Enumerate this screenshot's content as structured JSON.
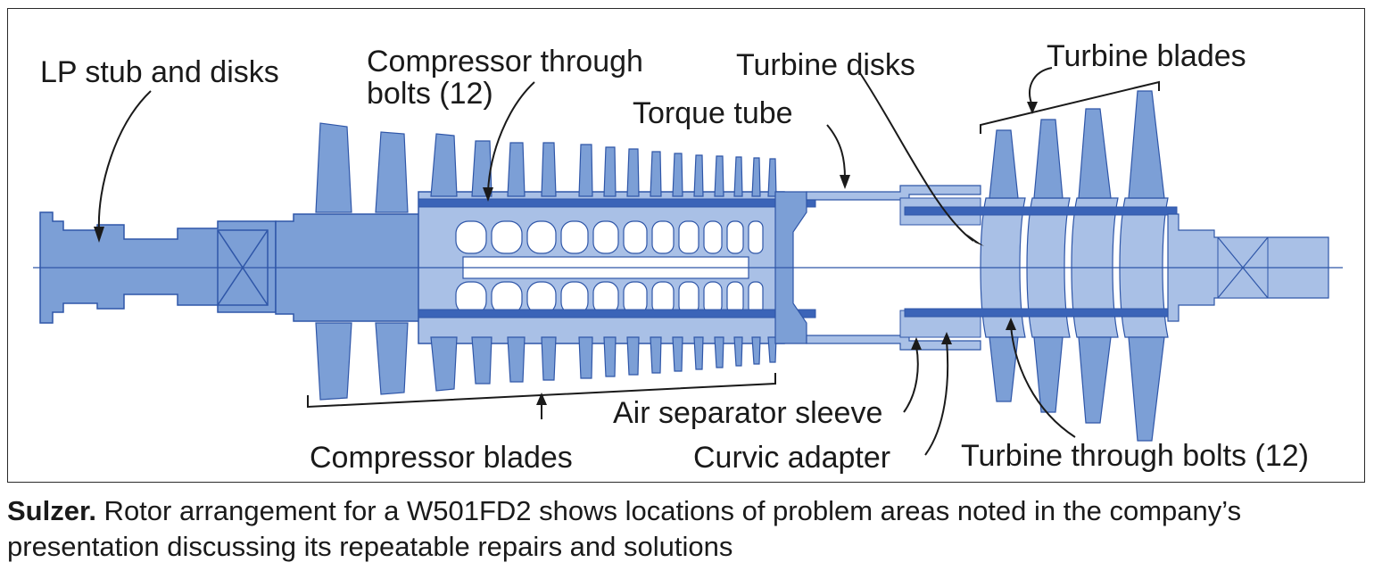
{
  "diagram": {
    "labels": {
      "lp_stub": "LP stub and disks",
      "compressor_bolts_1": "Compressor through",
      "compressor_bolts_2": "bolts (12)",
      "turbine_disks": "Turbine disks",
      "turbine_blades": "Turbine blades",
      "torque_tube": "Torque tube",
      "air_separator": "Air separator sleeve",
      "compressor_blades": "Compressor blades",
      "curvic_adapter": "Curvic adapter",
      "turbine_bolts": "Turbine through bolts (12)"
    },
    "colors": {
      "rotor_fill": "#7c9fd6",
      "rotor_light": "#a9c0e6",
      "rotor_stroke": "#2f56a8",
      "bolt": "#3b64b8",
      "text": "#1a1a1a"
    }
  },
  "caption": {
    "lead": "Sulzer.",
    "text": " Rotor arrangement for a W501FD2 shows locations of problem areas noted in the company’s presentation discussing its repeatable repairs and solutions"
  }
}
